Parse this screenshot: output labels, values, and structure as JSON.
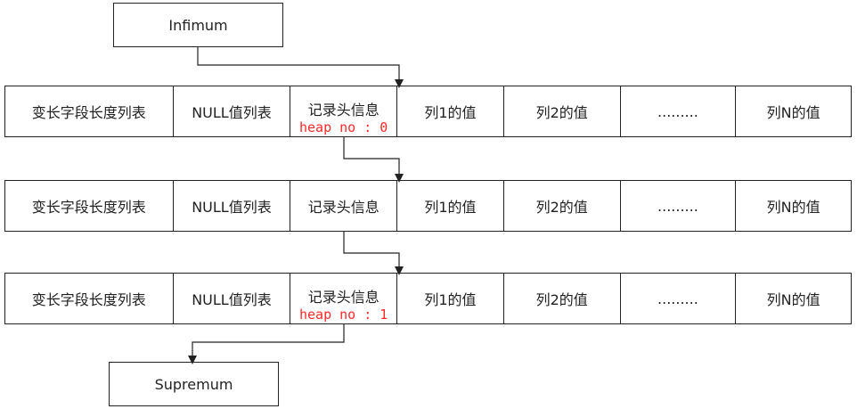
{
  "nodes": {
    "infimum": "Infimum",
    "supremum": "Supremum"
  },
  "records": [
    {
      "cells": [
        "变长字段长度列表",
        "NULL值列表",
        "记录头信息",
        "列1的值",
        "列2的值",
        ".........",
        "列N的值"
      ],
      "heap_no": "heap no : 0"
    },
    {
      "cells": [
        "变长字段长度列表",
        "NULL值列表",
        "记录头信息",
        "列1的值",
        "列2的值",
        ".........",
        "列N的值"
      ],
      "heap_no": ""
    },
    {
      "cells": [
        "变长字段长度列表",
        "NULL值列表",
        "记录头信息",
        "列1的值",
        "列2的值",
        ".........",
        "列N的值"
      ],
      "heap_no": "heap no : 1"
    }
  ],
  "colors": {
    "line": "#222222",
    "heap_label": "#ff2a2a"
  }
}
